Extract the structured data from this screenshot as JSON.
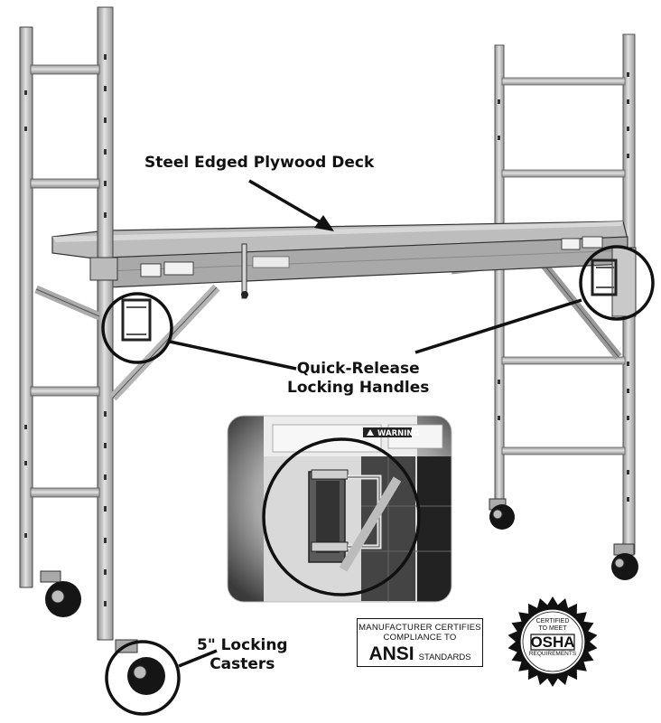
{
  "callouts": {
    "deck": "Steel Edged Plywood Deck",
    "handles_line1": "Quick-Release",
    "handles_line2": "Locking Handles",
    "casters_line1": "5\" Locking",
    "casters_line2": "Casters"
  },
  "inset": {
    "warning_label": "WARNING"
  },
  "ansi_badge": {
    "line1": "MANUFACTURER CERTIFIES",
    "line2": "COMPLIANCE TO",
    "mark": "ANSI",
    "suffix": "STANDARDS"
  },
  "osha_seal": {
    "line1": "CERTIFIED",
    "line2": "TO MEET",
    "mark": "OSHA",
    "line3": "REQUIREMENTS"
  },
  "colors": {
    "frame": "#c4c4c4",
    "frame_shadow": "#8a8a8a",
    "deck": "#b5b5b5",
    "outline": "#111111",
    "wheel": "#151515"
  },
  "icons": [
    "warning-triangle-icon",
    "starburst-seal-icon"
  ]
}
